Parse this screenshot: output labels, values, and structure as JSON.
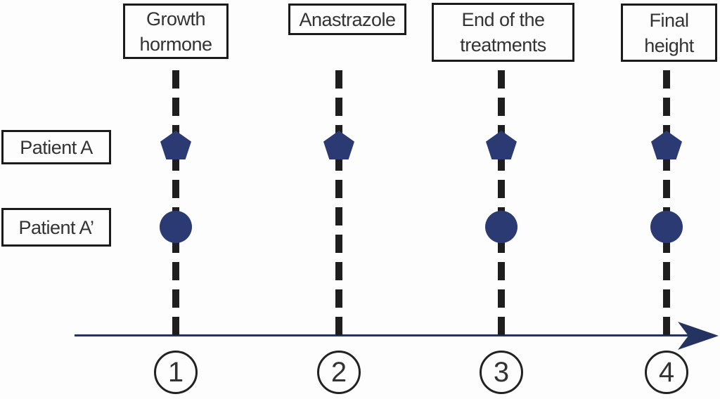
{
  "diagram": {
    "type": "treatment-timeline",
    "milestones": [
      {
        "label": "Growth hormone",
        "number": "1"
      },
      {
        "label": "Anastrazole",
        "number": "2"
      },
      {
        "label": "End of the treatments",
        "number": "3"
      },
      {
        "label": "Final height",
        "number": "4"
      }
    ],
    "patients": [
      {
        "label": "Patient A",
        "marker": "pentagon",
        "events_at_milestones": [
          1,
          2,
          3,
          4
        ]
      },
      {
        "label": "Patient A’",
        "marker": "circle",
        "events_at_milestones": [
          1,
          3,
          4
        ]
      }
    ],
    "axis": {
      "direction": "left-to-right",
      "numbers": [
        "1",
        "2",
        "3",
        "4"
      ]
    },
    "colors": {
      "marker_navy": "#2b3a72",
      "axis_navy": "#24335f",
      "dash_black": "#1e1e1e",
      "box_border": "#1b1b1b",
      "background": "#fdfdfd"
    }
  }
}
